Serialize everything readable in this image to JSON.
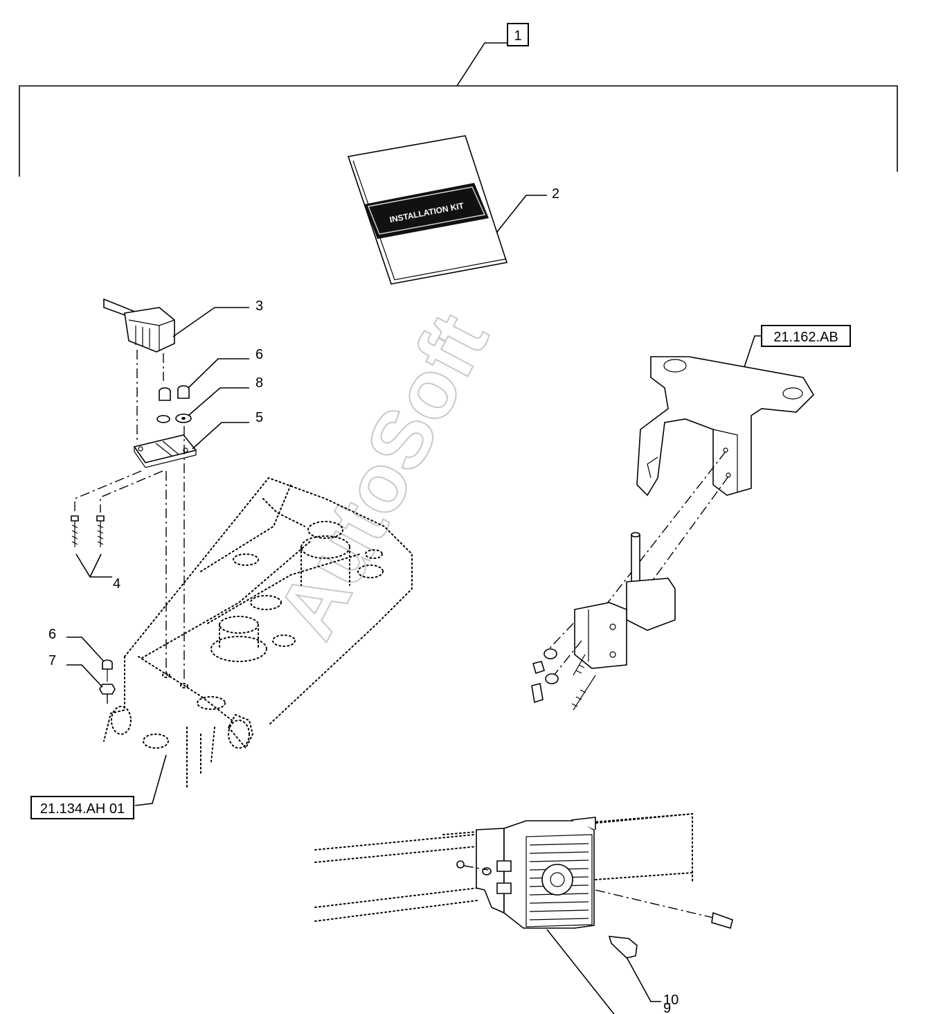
{
  "watermark": "AutoSoft",
  "booklet_label": "INSTALLATION KIT",
  "references": {
    "kit_box": "1",
    "bracket_ref": "21.162.AB",
    "valve_ref": "21.134.AH 01"
  },
  "callouts": {
    "c2": "2",
    "c3": "3",
    "c4": "4",
    "c5": "5",
    "c6a": "6",
    "c6b": "6",
    "c7": "7",
    "c8": "8",
    "c9": "9",
    "c10": "10"
  }
}
